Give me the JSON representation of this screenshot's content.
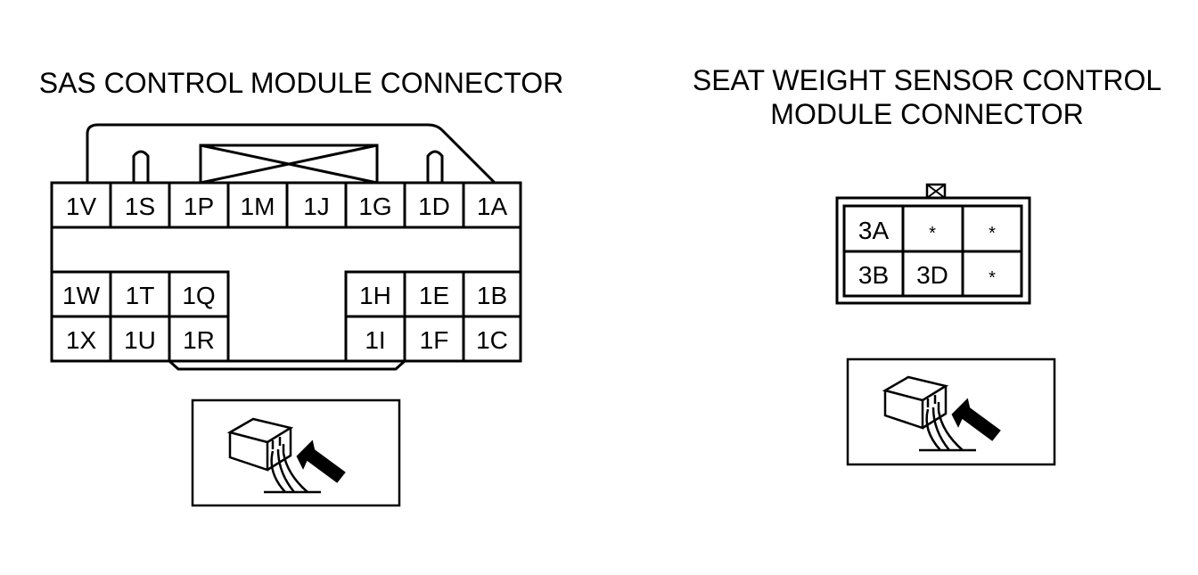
{
  "sas_connector": {
    "title": "SAS CONTROL MODULE CONNECTOR",
    "top_row": [
      "1V",
      "1S",
      "1P",
      "1M",
      "1J",
      "1G",
      "1D",
      "1A"
    ],
    "left_block": [
      [
        "1W",
        "1T",
        "1Q"
      ],
      [
        "1X",
        "1U",
        "1R"
      ]
    ],
    "right_block": [
      [
        "1H",
        "1E",
        "1B"
      ],
      [
        "1I",
        "1F",
        "1C"
      ]
    ]
  },
  "seat_weight_connector": {
    "title_line1": "SEAT WEIGHT SENSOR CONTROL",
    "title_line2": "MODULE CONNECTOR",
    "rows": [
      [
        "3A",
        "*",
        "*"
      ],
      [
        "3B",
        "3D",
        "*"
      ]
    ]
  },
  "icons": {
    "harness_view": "connector-harness-side-view-icon",
    "arrow": "direction-arrow-icon"
  }
}
